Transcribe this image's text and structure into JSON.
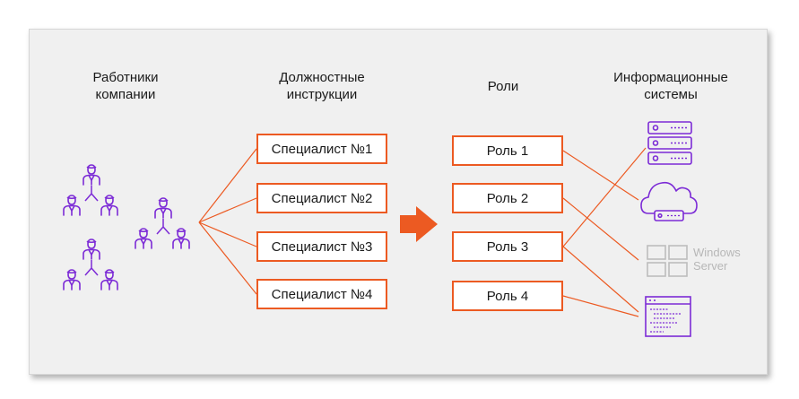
{
  "headers": {
    "employees": "Работники\nкомпании",
    "instructions": "Должностные\nинструкции",
    "roles": "Роли",
    "systems": "Информационные\nсистемы"
  },
  "specialists": [
    "Специалист №1",
    "Специалист №2",
    "Специалист №3",
    "Специалист №4"
  ],
  "roles": [
    "Роль 1",
    "Роль 2",
    "Роль 3",
    "Роль 4"
  ],
  "systems": {
    "windows_server_line1": "Windows",
    "windows_server_line2": "Server"
  },
  "icons": [
    "person-icon",
    "arrow-right-icon",
    "server-rack-icon",
    "cloud-server-icon",
    "windows-logo-icon",
    "code-window-icon"
  ],
  "colors": {
    "accent": "#ec5a22",
    "purple": "#7c2bd6",
    "windows_grey": "#bdbdbd",
    "card_bg": "#f0f0f0"
  }
}
